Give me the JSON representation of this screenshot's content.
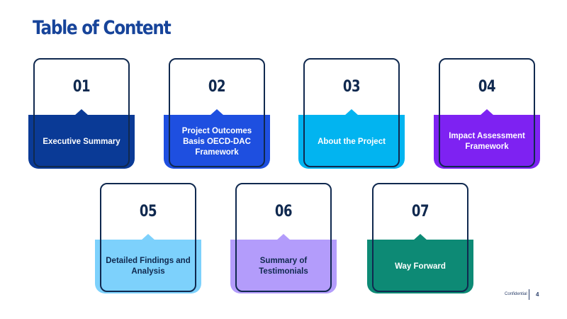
{
  "title": "Table of Content",
  "items": [
    {
      "number": "01",
      "label": "Executive Summary",
      "color": "#0a3a96",
      "text_color": "#ffffff"
    },
    {
      "number": "02",
      "label": "Project Outcomes Basis OECD-DAC Framework",
      "color": "#1e4fe0",
      "text_color": "#ffffff"
    },
    {
      "number": "03",
      "label": "About the Project",
      "color": "#02b4f0",
      "text_color": "#ffffff"
    },
    {
      "number": "04",
      "label": "Impact Assessment Framework",
      "color": "#7e22f2",
      "text_color": "#ffffff"
    },
    {
      "number": "05",
      "label": "Detailed Findings and Analysis",
      "color": "#7dd1fc",
      "text_color": "#10294f"
    },
    {
      "number": "06",
      "label": "Summary of Testimonials",
      "color": "#b39cfb",
      "text_color": "#10294f"
    },
    {
      "number": "07",
      "label": "Way Forward",
      "color": "#0d8a75",
      "text_color": "#ffffff"
    }
  ],
  "footer": {
    "confidential": "Confidential",
    "page_number": "4"
  }
}
